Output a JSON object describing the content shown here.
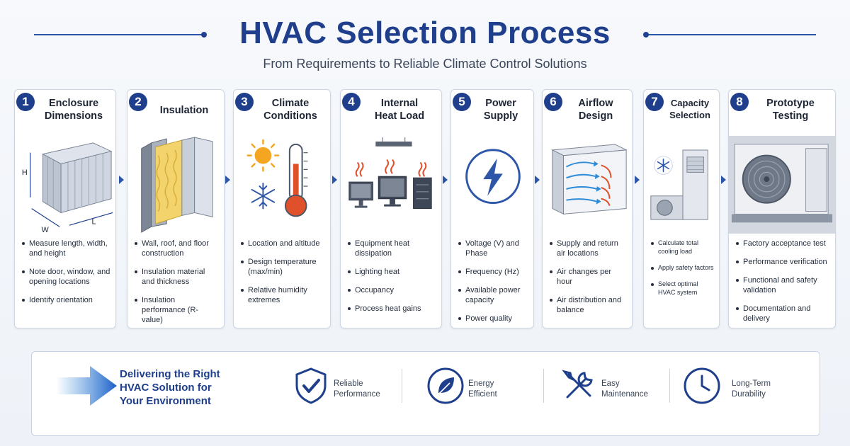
{
  "header": {
    "title": "HVAC Selection Process",
    "subtitle": "From Requirements to Reliable Climate Control Solutions"
  },
  "colors": {
    "primary": "#1f3f8c",
    "accent": "#2d56a8",
    "warm": "#e0502a",
    "sun": "#f4a623"
  },
  "steps": [
    {
      "number": "1",
      "title_lines": [
        "Enclosure",
        "Dimensions"
      ],
      "illus_labels": [
        "H",
        "W",
        "L"
      ],
      "bullets": [
        "Measure length, width, and height",
        "Note door, window, and opening locations",
        "Identify orientation"
      ]
    },
    {
      "number": "2",
      "title_lines": [
        "Insulation"
      ],
      "bullets": [
        "Wall, roof, and floor construction",
        "Insulation material and thickness",
        "Insulation performance (R-value)"
      ]
    },
    {
      "number": "3",
      "title_lines": [
        "Climate",
        "Conditions"
      ],
      "bullets": [
        "Location and altitude",
        "Design temperature (max/min)",
        "Relative humidity extremes"
      ]
    },
    {
      "number": "4",
      "title_lines": [
        "Internal",
        "Heat Load"
      ],
      "bullets": [
        "Equipment heat dissipation",
        "Lighting heat",
        "Occupancy",
        "Process heat gains"
      ]
    },
    {
      "number": "5",
      "title_lines": [
        "Power",
        "Supply"
      ],
      "bullets": [
        "Voltage (V) and Phase",
        "Frequency (Hz)",
        "Available power capacity",
        "Power quality"
      ]
    },
    {
      "number": "6",
      "title_lines": [
        "Airflow",
        "Design"
      ],
      "bullets": [
        "Supply and return air locations",
        "Air changes per hour",
        "Air distribution and balance"
      ]
    },
    {
      "number": "7",
      "title_lines": [
        "Capacity",
        "Selection"
      ],
      "bullets": [
        "Calculate total cooling load",
        "Apply safety factors",
        "Select optimal HVAC system"
      ]
    },
    {
      "number": "8",
      "title_lines": [
        "Prototype",
        "Testing"
      ],
      "bullets": [
        "Factory acceptance test",
        "Performance verification",
        "Functional and safety validation",
        "Documentation and delivery"
      ]
    }
  ],
  "banner": {
    "lines": [
      "Delivering the Right",
      "HVAC Solution for",
      "Your Environment"
    ],
    "features": [
      {
        "icon": "shield-check-icon",
        "lines": [
          "Reliable",
          "Performance"
        ]
      },
      {
        "icon": "leaf-icon",
        "lines": [
          "Energy",
          "Efficient"
        ]
      },
      {
        "icon": "tools-icon",
        "lines": [
          "Easy",
          "Maintenance"
        ]
      },
      {
        "icon": "clock-icon",
        "lines": [
          "Long-Term",
          "Durability"
        ]
      }
    ]
  }
}
